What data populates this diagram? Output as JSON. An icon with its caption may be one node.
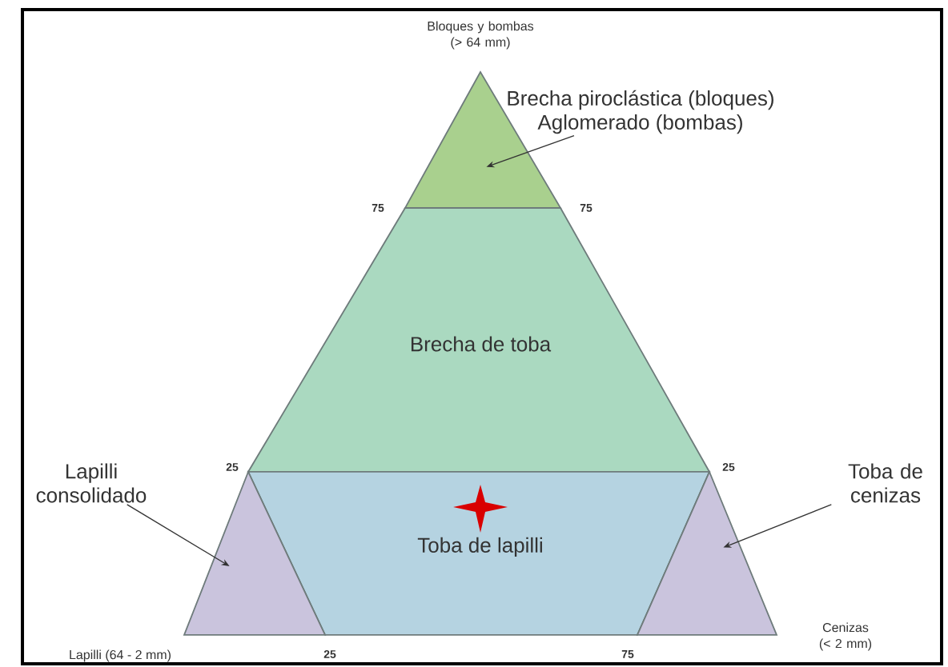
{
  "diagram": {
    "nodes": [
      {
        "text": [
          "Brecha piroclástica (bloques)",
          "Aglomerado (bombas)"
        ]
      },
      {
        "text": [],
        "shape": "triangle"
      },
      {
        "text": [
          "Brecha de toba"
        ]
      },
      {
        "text": [
          "Toba de lapilli"
        ]
      },
      {
        "text": [
          "Lapilli consolidado"
        ]
      },
      {
        "text": [],
        "shape": "triangle"
      },
      {
        "text": [
          "Toba de cenizas"
        ]
      },
      {
        "text": [],
        "shape": "triangle"
      }
    ],
    "edges": [
      {
        "from": 0,
        "to": 1,
        "arrow": "to"
      },
      {
        "from": 4,
        "to": 5,
        "arrow": "to"
      },
      {
        "from": 6,
        "to": 7,
        "arrow": "to"
      }
    ],
    "labels": [
      "Bloques y bombas (> 64 mm)",
      "75",
      "75",
      "25",
      "25",
      "Lapilli (64 - 2 mm)",
      "25",
      "75",
      "Cenizas (< 2 mm)"
    ]
  }
}
